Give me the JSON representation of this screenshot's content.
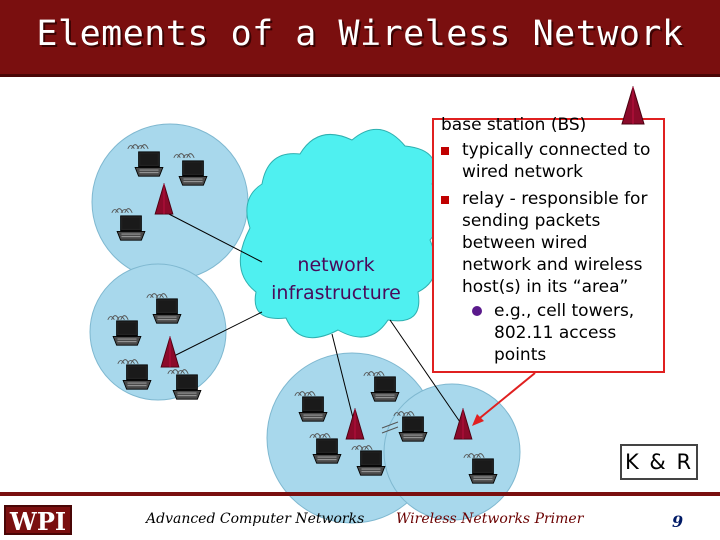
{
  "slide": {
    "title": "Elements of a Wireless Network",
    "cloud_label_line1": "network",
    "cloud_label_line2": "infrastructure",
    "callout": {
      "heading": "base station (BS)",
      "bullet1_line1": "typically connected to",
      "bullet1_line2": "wired network",
      "bullet2_lines": [
        "relay - responsible for",
        "sending packets",
        "between wired",
        "network and wireless",
        "host(s) in its “area”"
      ],
      "sub_bullet_lines": [
        "e.g., cell towers,",
        "802.11 access",
        "points"
      ]
    },
    "badge": "K & R",
    "footer": {
      "logo": "WPI",
      "course": "Advanced Computer Networks",
      "topic": "Wireless Networks Primer",
      "page_number": "9"
    }
  },
  "colors": {
    "title_bar": "#7a0f0f",
    "cell_fill": "#a8d8ec",
    "cloud_fill": "#4ff0f0",
    "callout_border": "#e02020",
    "tower": "#8b0a2a",
    "footer_course": "#000000",
    "footer_topic": "#6a0000",
    "page_number": "#001a66"
  },
  "icons": [
    "laptop-icon",
    "base-station-tower-icon",
    "radio-wave-icon"
  ]
}
